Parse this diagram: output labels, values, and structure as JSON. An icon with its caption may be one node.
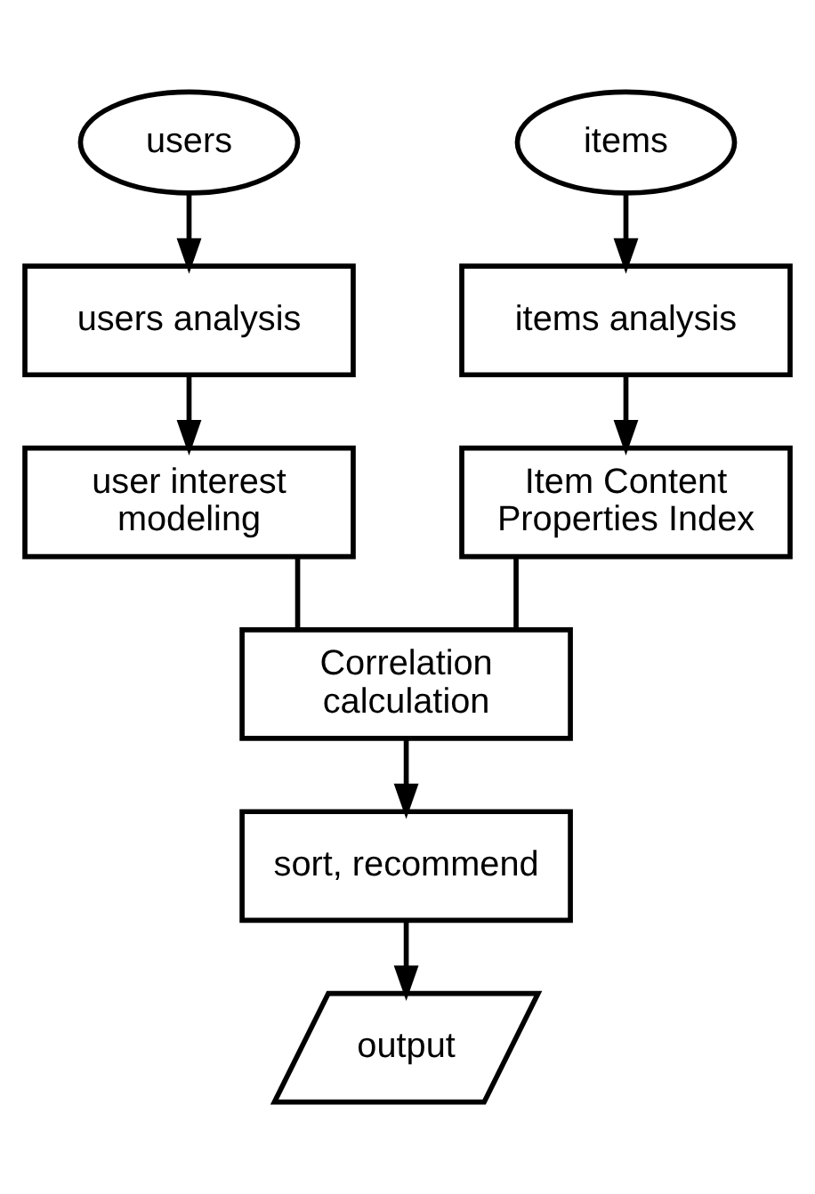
{
  "diagram": {
    "nodes": [
      {
        "text": [
          "users"
        ]
      },
      {
        "text": [
          "items"
        ]
      },
      {
        "text": [
          "users analysis"
        ]
      },
      {
        "text": [
          "items analysis"
        ]
      },
      {
        "text": [
          "user interest modeling"
        ]
      },
      {
        "text": [
          "Item Content Properties Index"
        ]
      },
      {
        "text": [
          "Correlation calculation"
        ]
      },
      {
        "text": [
          "sort, recommend"
        ]
      },
      {
        "text": [
          "output"
        ]
      }
    ],
    "edges": [
      {
        "from": 0,
        "to": 2,
        "arrow": "to"
      },
      {
        "from": 1,
        "to": 3,
        "arrow": "to"
      },
      {
        "from": 2,
        "to": 4,
        "arrow": "to"
      },
      {
        "from": 3,
        "to": 5,
        "arrow": "to"
      },
      {
        "from": 4,
        "to": 6,
        "arrow": "none"
      },
      {
        "from": 5,
        "to": 6,
        "arrow": "none"
      },
      {
        "from": 6,
        "to": 7,
        "arrow": "to"
      },
      {
        "from": 7,
        "to": 8,
        "arrow": "to"
      }
    ]
  }
}
